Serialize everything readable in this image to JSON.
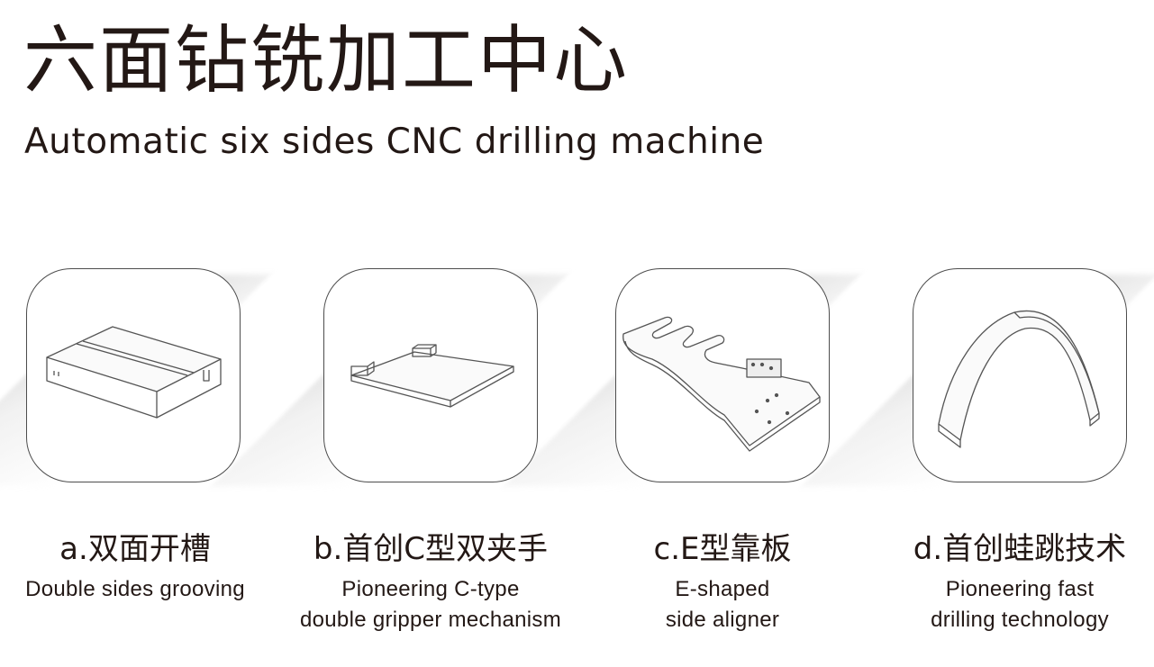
{
  "header": {
    "title_cn": "六面钻铣加工中心",
    "title_en": "Automatic six sides CNC drilling machine"
  },
  "features": [
    {
      "title": "a.双面开槽",
      "desc_line1": "Double sides grooving",
      "desc_line2": "",
      "icon": "grooved-board-icon"
    },
    {
      "title": "b.首创C型双夹手",
      "desc_line1": "Pioneering C-type",
      "desc_line2": "double gripper mechanism",
      "icon": "c-type-gripper-icon"
    },
    {
      "title": "c.E型靠板",
      "desc_line1": "E-shaped",
      "desc_line2": "side aligner",
      "icon": "e-shaped-aligner-icon"
    },
    {
      "title": "d.首创蛙跳技术",
      "desc_line1": "Pioneering fast",
      "desc_line2": "drilling technology",
      "icon": "arch-jump-icon"
    }
  ],
  "colors": {
    "text": "#231815",
    "card_border": "#4d4d4d",
    "shadow": "#c8c8c8"
  }
}
